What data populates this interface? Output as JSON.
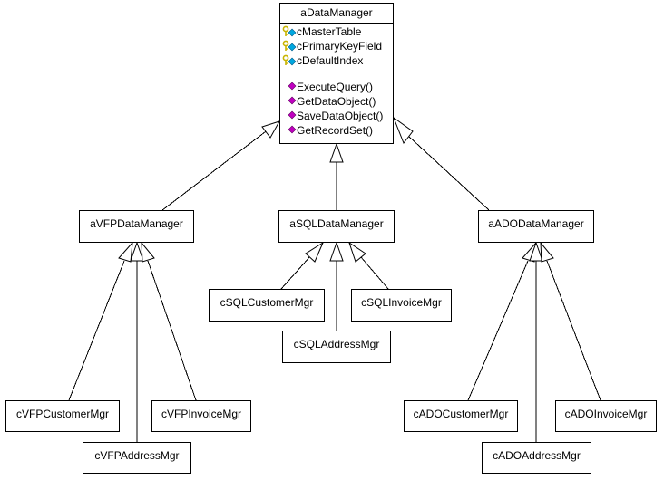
{
  "diagram": {
    "type": "UML class diagram",
    "root_class": {
      "name": "aDataManager",
      "attributes": [
        {
          "icon": "protected-attribute-key-icon",
          "name": "cMasterTable"
        },
        {
          "icon": "protected-attribute-key-icon",
          "name": "cPrimaryKeyField"
        },
        {
          "icon": "protected-attribute-key-icon",
          "name": "cDefaultIndex"
        }
      ],
      "operations": [
        {
          "icon": "public-operation-diamond-icon",
          "name": "ExecuteQuery()"
        },
        {
          "icon": "public-operation-diamond-icon",
          "name": "GetDataObject()"
        },
        {
          "icon": "public-operation-diamond-icon",
          "name": "SaveDataObject()"
        },
        {
          "icon": "public-operation-diamond-icon",
          "name": "GetRecordSet()"
        }
      ]
    },
    "classes": {
      "vfp": "aVFPDataManager",
      "sql": "aSQLDataManager",
      "ado": "aADODataManager",
      "vfp_customer": "cVFPCustomerMgr",
      "vfp_address": "cVFPAddressMgr",
      "vfp_invoice": "cVFPInvoiceMgr",
      "sql_customer": "cSQLCustomerMgr",
      "sql_address": "cSQLAddressMgr",
      "sql_invoice": "cSQLInvoiceMgr",
      "ado_customer": "cADOCustomerMgr",
      "ado_address": "cADOAddressMgr",
      "ado_invoice": "cADOInvoiceMgr"
    },
    "generalizations": [
      {
        "child": "aVFPDataManager",
        "parent": "aDataManager"
      },
      {
        "child": "aSQLDataManager",
        "parent": "aDataManager"
      },
      {
        "child": "aADODataManager",
        "parent": "aDataManager"
      },
      {
        "child": "cVFPCustomerMgr",
        "parent": "aVFPDataManager"
      },
      {
        "child": "cVFPAddressMgr",
        "parent": "aVFPDataManager"
      },
      {
        "child": "cVFPInvoiceMgr",
        "parent": "aVFPDataManager"
      },
      {
        "child": "cSQLCustomerMgr",
        "parent": "aSQLDataManager"
      },
      {
        "child": "cSQLAddressMgr",
        "parent": "aSQLDataManager"
      },
      {
        "child": "cSQLInvoiceMgr",
        "parent": "aSQLDataManager"
      },
      {
        "child": "cADOCustomerMgr",
        "parent": "aADODataManager"
      },
      {
        "child": "cADOAddressMgr",
        "parent": "aADODataManager"
      },
      {
        "child": "cADOInvoiceMgr",
        "parent": "aADODataManager"
      }
    ],
    "colors": {
      "line": "#000000",
      "background": "#ffffff",
      "key_icon": "#c8b400",
      "attr_diamond": "#00a8e0",
      "op_diamond": "#c000c0"
    }
  }
}
